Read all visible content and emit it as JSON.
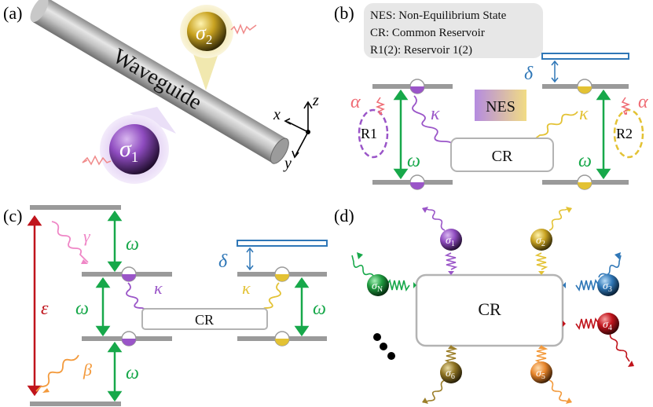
{
  "colors": {
    "level": "#9a9a9a",
    "green": "#17a84a",
    "purple": "#9a55c8",
    "gold": "#e3c234",
    "blue": "#2f77b7",
    "red_decay": "#f08a8a",
    "pink_alpha": "#ef6b74",
    "dark_red": "#c0141c",
    "orange": "#f39a3c",
    "pink_gamma": "#ef86c6",
    "olive": "#9c7f2a",
    "rect_border": "#b3b3b3"
  },
  "panel_a": {
    "label": "(a)",
    "waveguide": "Waveguide",
    "atom1": "σ",
    "atom1_sub": "1",
    "atom2": "σ",
    "atom2_sub": "2",
    "axis_x": "x",
    "axis_y": "y",
    "axis_z": "z"
  },
  "panel_b": {
    "label": "(b)",
    "legend": [
      "NES: Non-Equilibrium State",
      "CR: Common Reservoir",
      "R1(2): Reservoir 1(2)"
    ],
    "delta": "δ",
    "alpha_left": "α",
    "alpha_right": "α",
    "kappa_left": "κ",
    "kappa_right": "κ",
    "omega_left": "ω",
    "omega_right": "ω",
    "r1": "R1",
    "r2": "R2",
    "nes": "NES",
    "cr": "CR"
  },
  "panel_c": {
    "label": "(c)",
    "epsilon": "ε",
    "gamma": "γ",
    "beta": "β",
    "omega_top": "ω",
    "omega_mid": "ω",
    "omega_bot": "ω",
    "omega_right": "ω",
    "kappa_left": "κ",
    "kappa_right": "κ",
    "delta": "δ",
    "cr": "CR"
  },
  "panel_d": {
    "label": "(d)",
    "cr": "CR",
    "atoms": [
      {
        "symbol": "σ",
        "sub": "1",
        "color": "#9a55c8"
      },
      {
        "symbol": "σ",
        "sub": "2",
        "color": "#e3c234"
      },
      {
        "symbol": "σ",
        "sub": "3",
        "color": "#2f77b7"
      },
      {
        "symbol": "σ",
        "sub": "4",
        "color": "#c0141c"
      },
      {
        "symbol": "σ",
        "sub": "5",
        "color": "#f39a3c"
      },
      {
        "symbol": "σ",
        "sub": "6",
        "color": "#9c7f2a"
      },
      {
        "symbol": "σ",
        "sub": "N",
        "color": "#17a84a"
      }
    ]
  }
}
